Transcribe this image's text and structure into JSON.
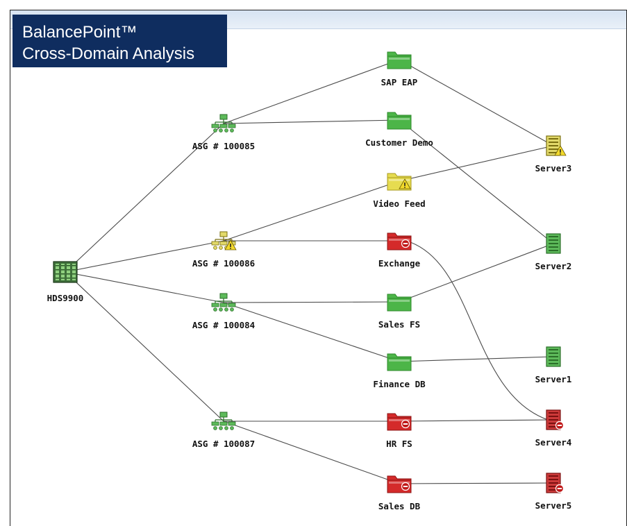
{
  "title": {
    "line1": "BalancePoint™",
    "line2": "Cross-Domain Analysis"
  },
  "status_colors": {
    "ok": "#4cb548",
    "warning": "#e6dc50",
    "error": "#d42a2a"
  },
  "nodes": [
    {
      "id": "hds9900",
      "label": "HDS9900",
      "type": "storage-array",
      "status": "ok"
    },
    {
      "id": "asg85",
      "label": "ASG # 100085",
      "type": "storage-group",
      "status": "ok"
    },
    {
      "id": "asg86",
      "label": "ASG # 100086",
      "type": "storage-group",
      "status": "warning"
    },
    {
      "id": "asg84",
      "label": "ASG # 100084",
      "type": "storage-group",
      "status": "ok"
    },
    {
      "id": "asg87",
      "label": "ASG # 100087",
      "type": "storage-group",
      "status": "ok"
    },
    {
      "id": "sap",
      "label": "SAP EAP",
      "type": "folder",
      "status": "ok"
    },
    {
      "id": "custdemo",
      "label": "Customer Demo",
      "type": "folder",
      "status": "ok"
    },
    {
      "id": "video",
      "label": "Video Feed",
      "type": "folder",
      "status": "warning"
    },
    {
      "id": "exchange",
      "label": "Exchange",
      "type": "folder",
      "status": "error"
    },
    {
      "id": "salesfs",
      "label": "Sales FS",
      "type": "folder",
      "status": "ok"
    },
    {
      "id": "financedb",
      "label": "Finance DB",
      "type": "folder",
      "status": "ok"
    },
    {
      "id": "hrfs",
      "label": "HR FS",
      "type": "folder",
      "status": "error"
    },
    {
      "id": "salesdb",
      "label": "Sales DB",
      "type": "folder",
      "status": "error"
    },
    {
      "id": "server3",
      "label": "Server3",
      "type": "server",
      "status": "warning"
    },
    {
      "id": "server2",
      "label": "Server2",
      "type": "server",
      "status": "ok"
    },
    {
      "id": "server1",
      "label": "Server1",
      "type": "server",
      "status": "ok"
    },
    {
      "id": "server4",
      "label": "Server4",
      "type": "server",
      "status": "error"
    },
    {
      "id": "server5",
      "label": "Server5",
      "type": "server",
      "status": "error"
    }
  ],
  "edges": [
    [
      "hds9900",
      "asg85"
    ],
    [
      "hds9900",
      "asg86"
    ],
    [
      "hds9900",
      "asg84"
    ],
    [
      "hds9900",
      "asg87"
    ],
    [
      "asg85",
      "sap"
    ],
    [
      "asg85",
      "custdemo"
    ],
    [
      "asg86",
      "video"
    ],
    [
      "asg86",
      "exchange"
    ],
    [
      "asg84",
      "salesfs"
    ],
    [
      "asg84",
      "financedb"
    ],
    [
      "asg87",
      "hrfs"
    ],
    [
      "asg87",
      "salesdb"
    ],
    [
      "sap",
      "server3"
    ],
    [
      "video",
      "server3"
    ],
    [
      "custdemo",
      "server2"
    ],
    [
      "salesfs",
      "server2"
    ],
    [
      "financedb",
      "server1"
    ],
    [
      "exchange",
      "server4"
    ],
    [
      "hrfs",
      "server4"
    ],
    [
      "salesdb",
      "server5"
    ]
  ]
}
